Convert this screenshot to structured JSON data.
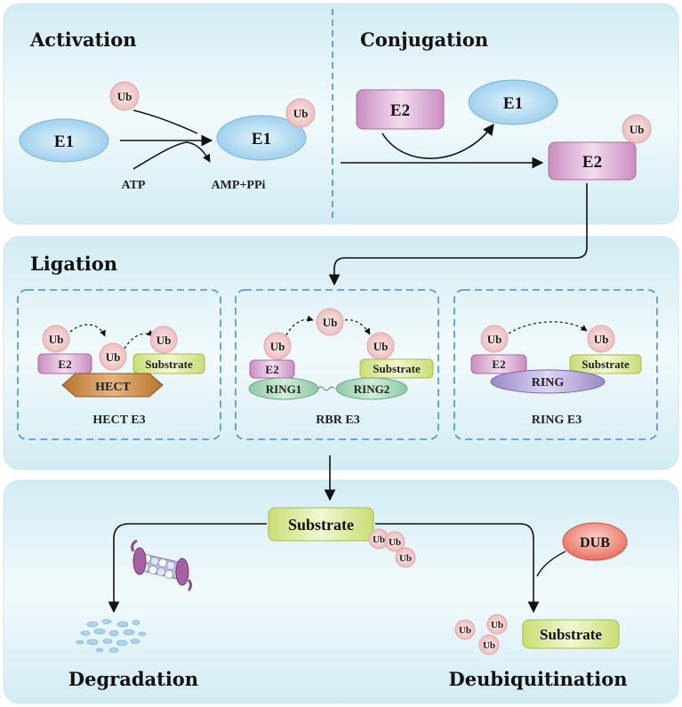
{
  "sections": {
    "activation": "Activation",
    "conjugation": "Conjugation",
    "ligation": "Ligation"
  },
  "activation": {
    "e1_free": "E1",
    "ub": "Ub",
    "e1_loaded": "E1",
    "ub_loaded": "Ub",
    "atp": "ATP",
    "amp_ppi": "AMP+PPi"
  },
  "conjugation": {
    "e2_free": "E2",
    "e1_released": "E1",
    "e2_loaded": "E2",
    "ub_loaded": "Ub"
  },
  "hect": {
    "ub_e2": "Ub",
    "e2": "E2",
    "ub_hect": "Ub",
    "hect": "HECT",
    "ub_sub": "Ub",
    "substrate": "Substrate",
    "caption": "HECT E3"
  },
  "rbr": {
    "ub_e2": "Ub",
    "e2": "E2",
    "ub_mid": "Ub",
    "ub_sub": "Ub",
    "substrate": "Substrate",
    "ring1": "RING1",
    "ring2": "RING2",
    "caption": "RBR E3"
  },
  "ring": {
    "ub_e2": "Ub",
    "e2": "E2",
    "ring": "RING",
    "ub_sub": "Ub",
    "substrate": "Substrate",
    "caption": "RING E3"
  },
  "fate": {
    "substrate": "Substrate",
    "ub_chain": [
      "Ub",
      "Ub",
      "Ub"
    ],
    "dub": "DUB",
    "released_ub": [
      "Ub",
      "Ub",
      "Ub"
    ],
    "free_substrate": "Substrate",
    "degradation": "Degradation",
    "deubiquitination": "Deubiquitination"
  },
  "colors": {
    "panel": "#e4f3f7",
    "dashed": "#4a90c8",
    "e1": "#a8d4ee",
    "e2": "#d9a6cf",
    "ub": "#f2cfcf",
    "substrate": "#dbe99a",
    "hect": "#c98a42",
    "ring1": "#a9d6bd",
    "ring": "#b7a9da",
    "dub": "#ef8a7c",
    "proteasome": "#a561a4"
  }
}
